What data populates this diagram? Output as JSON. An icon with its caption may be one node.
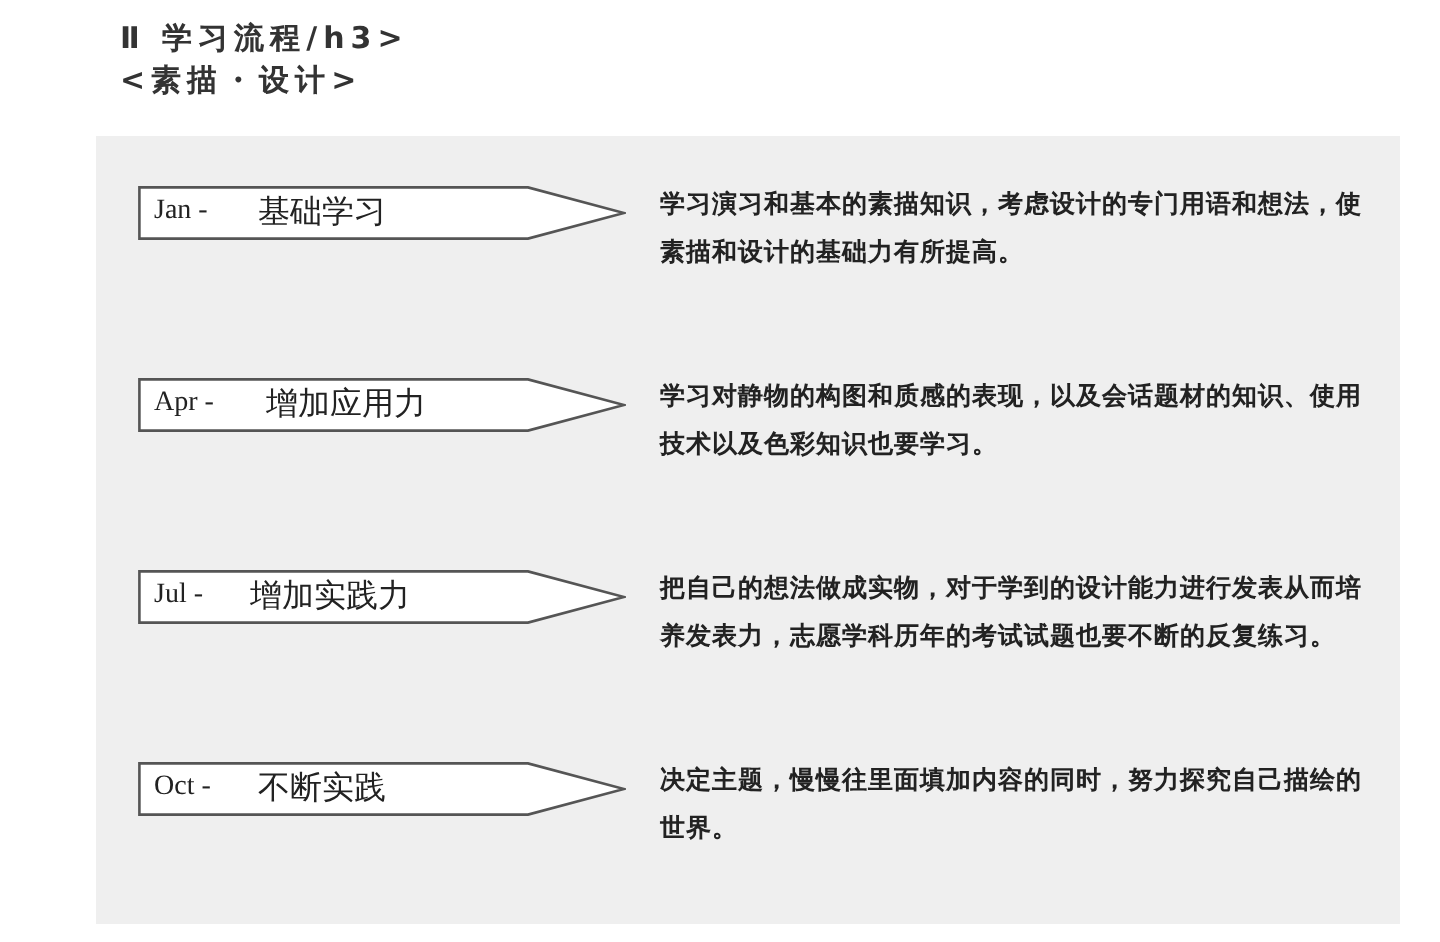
{
  "diagram": {
    "title": "Ⅱ 学习流程/h3>",
    "labels": [
      "<素描・设计>"
    ],
    "nodes": [
      {
        "text": [
          "Jan -",
          "基础学习"
        ],
        "beside": [
          "学习演习和基本的素描知识，考虑设计的专门用语和想法，使素描和设计的基础力有所提高。"
        ]
      },
      {
        "text": [
          "Apr -",
          "增加应用力"
        ],
        "beside": [
          "学习对静物的构图和质感的表现，以及会话题材的知识、使用技术以及色彩知识也要学习。"
        ]
      },
      {
        "text": [
          "Jul -",
          "增加实践力"
        ],
        "beside": [
          "把自己的想法做成实物，对于学到的设计能力进行发表从而培养发表力，志愿学科历年的考试试题也要不断的反复练习。"
        ]
      },
      {
        "text": [
          "Oct -",
          "不断实践"
        ],
        "beside": [
          "决定主题，慢慢往里面填加内容的同时，努力探究自己描绘的世界。"
        ]
      }
    ]
  }
}
